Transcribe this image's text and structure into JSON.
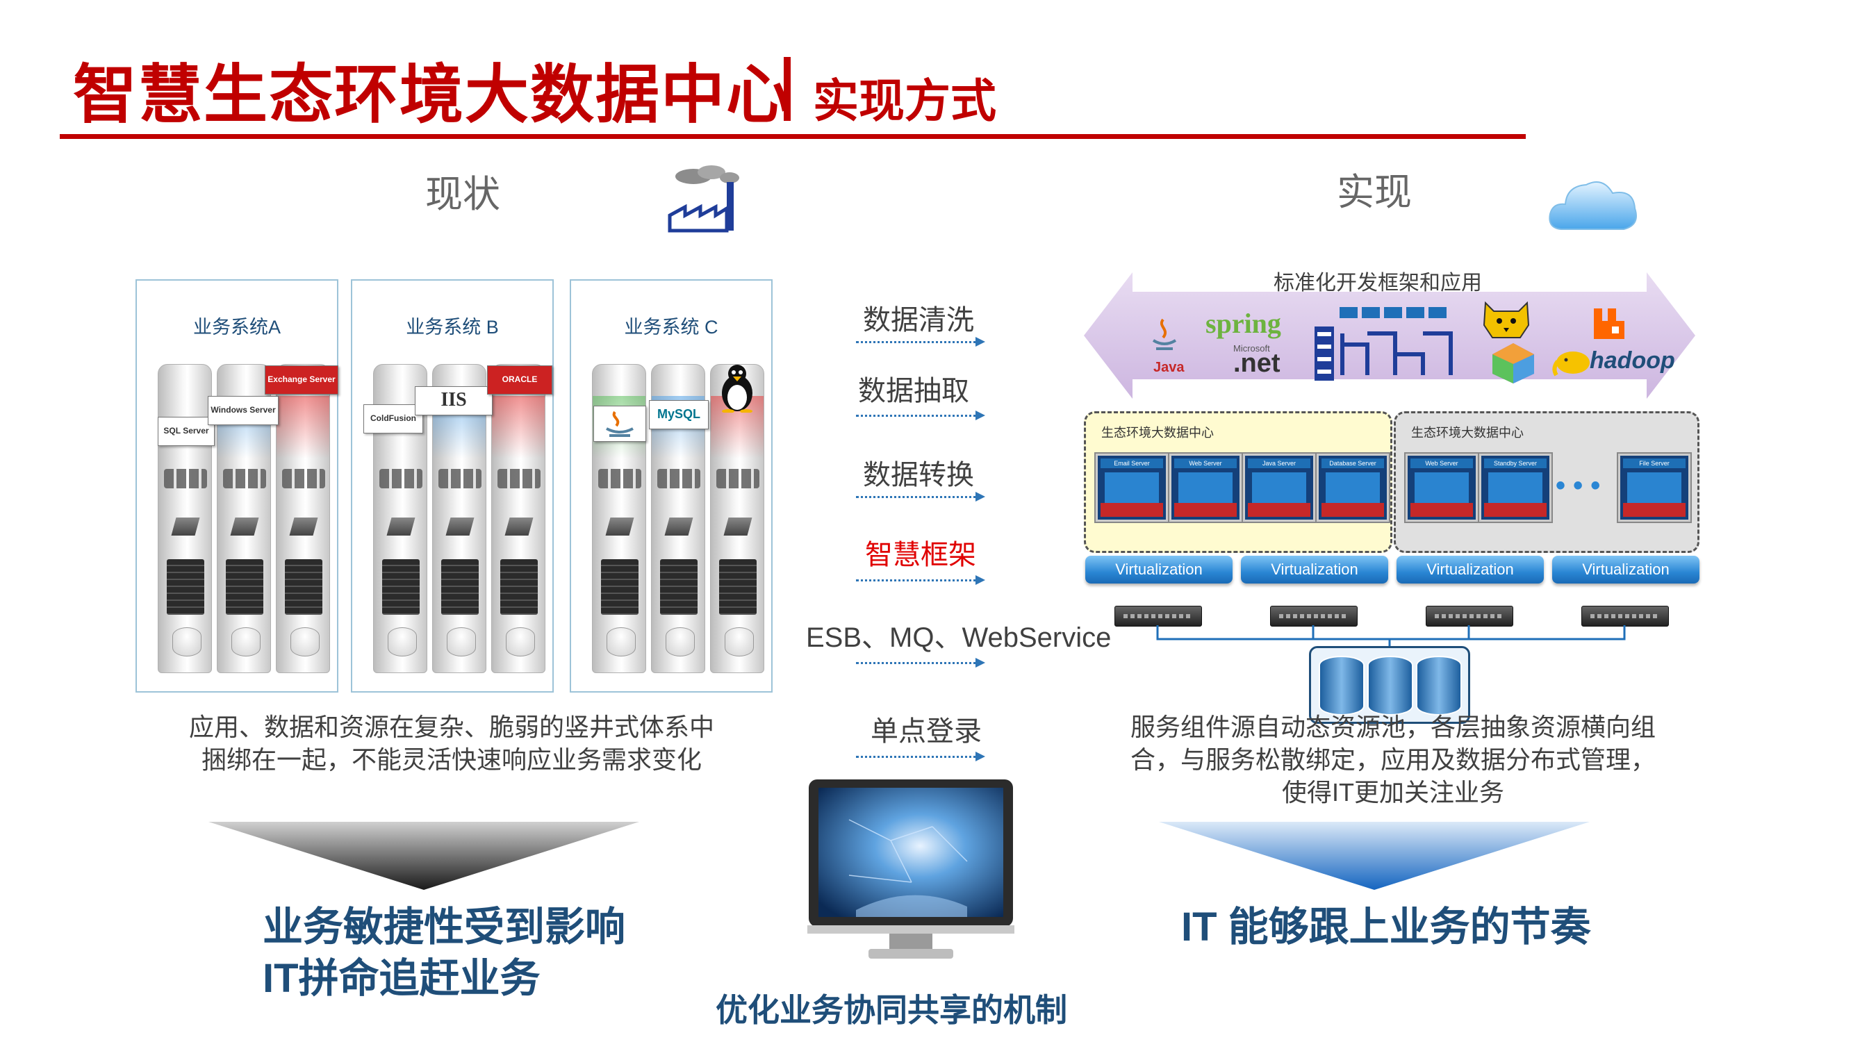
{
  "header": {
    "title": "智慧生态环境大数据中心",
    "subtitle": "实现方式"
  },
  "left": {
    "heading": "现状",
    "systems": [
      {
        "label": "业务系统A"
      },
      {
        "label": "业务系统 B"
      },
      {
        "label": "业务系统 C"
      }
    ],
    "products": {
      "sqlserver": "SQL Server",
      "windows": "Windows Server",
      "exchange": "Exchange Server",
      "coldfusion": "ColdFusion",
      "iis": "IIS",
      "oracle": "ORACLE",
      "mysql": "MySQL"
    },
    "description": [
      "应用、数据和资源在复杂、脆弱的竖井式体系中",
      "捆绑在一起，不能灵活快速响应业务需求变化"
    ],
    "result": [
      "业务敏捷性受到影响",
      "IT拼命追赶业务"
    ]
  },
  "middle": {
    "flows": [
      {
        "label": "数据清洗",
        "highlight": false
      },
      {
        "label": "数据抽取",
        "highlight": false
      },
      {
        "label": "数据转换",
        "highlight": false
      },
      {
        "label": "智慧框架",
        "highlight": true
      },
      {
        "label": "ESB、MQ、WebService",
        "highlight": false
      },
      {
        "label": "单点登录",
        "highlight": false
      }
    ],
    "caption": "优化业务协同共享的机制"
  },
  "right": {
    "heading": "实现",
    "framework_label": "标准化开发框架和应用",
    "framework_techs": {
      "java": "Java",
      "spring": "spring",
      "dotnet": ".net",
      "microsoft": "Microsoft",
      "hadoop": "hadoop"
    },
    "datacenter_label": "生态环境大数据中心",
    "vm_titles": [
      "Email Server",
      "Web Server",
      "Java Server",
      "Database Server",
      "Web Server",
      "Standby Server",
      "File Server"
    ],
    "ellipsis": "• • •",
    "virtualization": [
      "Virtualization",
      "Virtualization",
      "Virtualization",
      "Virtualization"
    ],
    "description": [
      "服务组件源自动态资源池，各层抽象资源横向组",
      "合，与服务松散绑定，应用及数据分布式管理，",
      "使得IT更加关注业务"
    ],
    "result": "IT 能够跟上业务的节奏"
  },
  "colors": {
    "title_red": "#c00000",
    "navy": "#1f4e79",
    "flow_blue": "#2e75b6",
    "framework_purple": "#d9c7e6",
    "dc_yellow": "#fffbd0",
    "dc_gray": "#e0e0e0"
  }
}
